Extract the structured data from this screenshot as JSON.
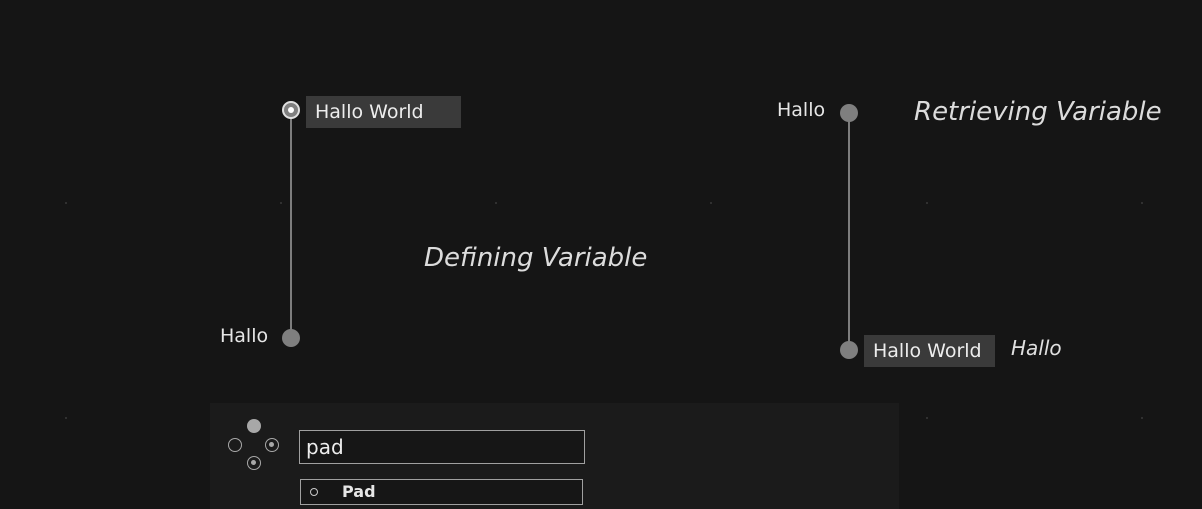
{
  "canvas": {
    "background": "#151515"
  },
  "defining": {
    "heading": "Defining Variable",
    "value_label": "Hallo World",
    "input_label": "Hallo"
  },
  "retrieving": {
    "heading": "Retrieving Variable",
    "input_label": "Hallo",
    "value_label": "Hallo World",
    "note": "Hallo"
  },
  "finder": {
    "search_value": "pad",
    "results": [
      {
        "label": "Pad",
        "icon": "circle-bullet-icon"
      }
    ]
  }
}
